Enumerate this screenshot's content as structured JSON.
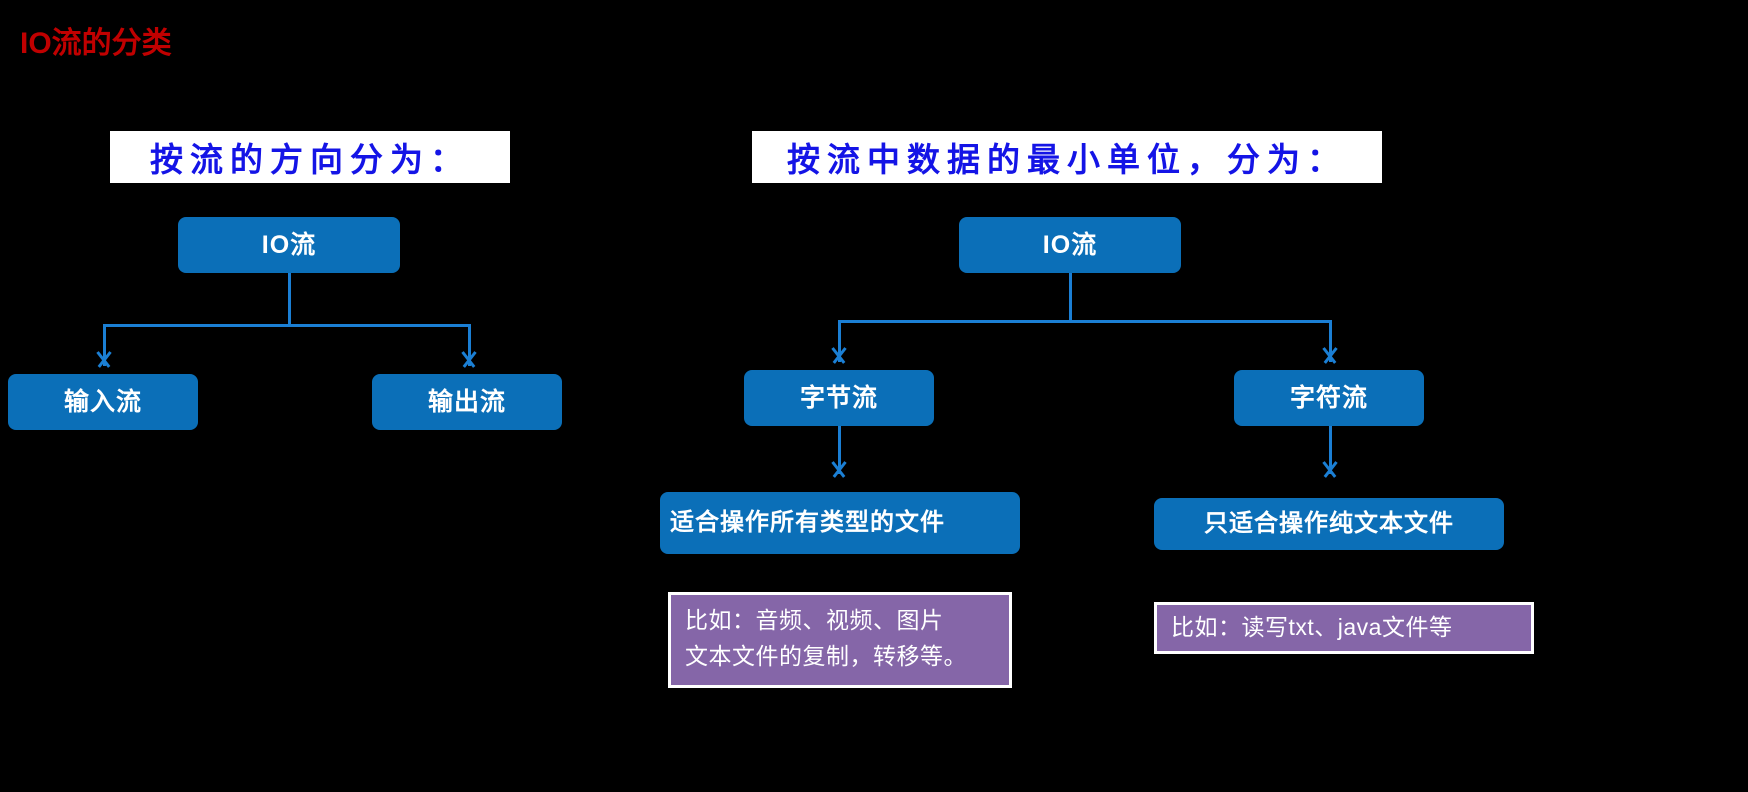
{
  "slide": {
    "title": "IO流的分类",
    "background_color": "#000000",
    "title_color": "#c00000",
    "node_color": "#0b6fb8",
    "connector_color": "#1b7fd4",
    "note_color": "#8566a8",
    "heading_text_color": "#1414e6"
  },
  "left_section": {
    "heading": "按流的方向分为：",
    "root": "IO流",
    "children": [
      {
        "label": "输入流"
      },
      {
        "label": "输出流"
      }
    ]
  },
  "right_section": {
    "heading": "按流中数据的最小单位，分为：",
    "root": "IO流",
    "children": [
      {
        "label": "字节流",
        "detail": "适合操作所有类型的文件",
        "note_lines": [
          "比如：音频、视频、图片",
          "文本文件的复制，转移等。"
        ]
      },
      {
        "label": "字符流",
        "detail": "只适合操作纯文本文件",
        "note_lines": [
          "比如：读写txt、java文件等"
        ]
      }
    ]
  }
}
